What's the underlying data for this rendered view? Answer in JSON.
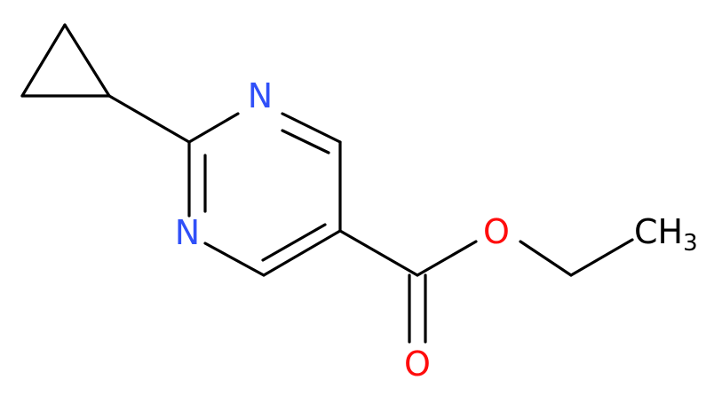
{
  "molecule": {
    "atoms": {
      "n_top": "N",
      "n_left": "N",
      "o_ester": "O",
      "o_carbonyl": "O",
      "ch3_main": "CH",
      "ch3_sub": "3"
    }
  },
  "colors": {
    "bond": "#000000",
    "nitrogen": "#3050f8",
    "oxygen": "#ff0d0d",
    "carbon": "#000000",
    "background": "#ffffff"
  }
}
